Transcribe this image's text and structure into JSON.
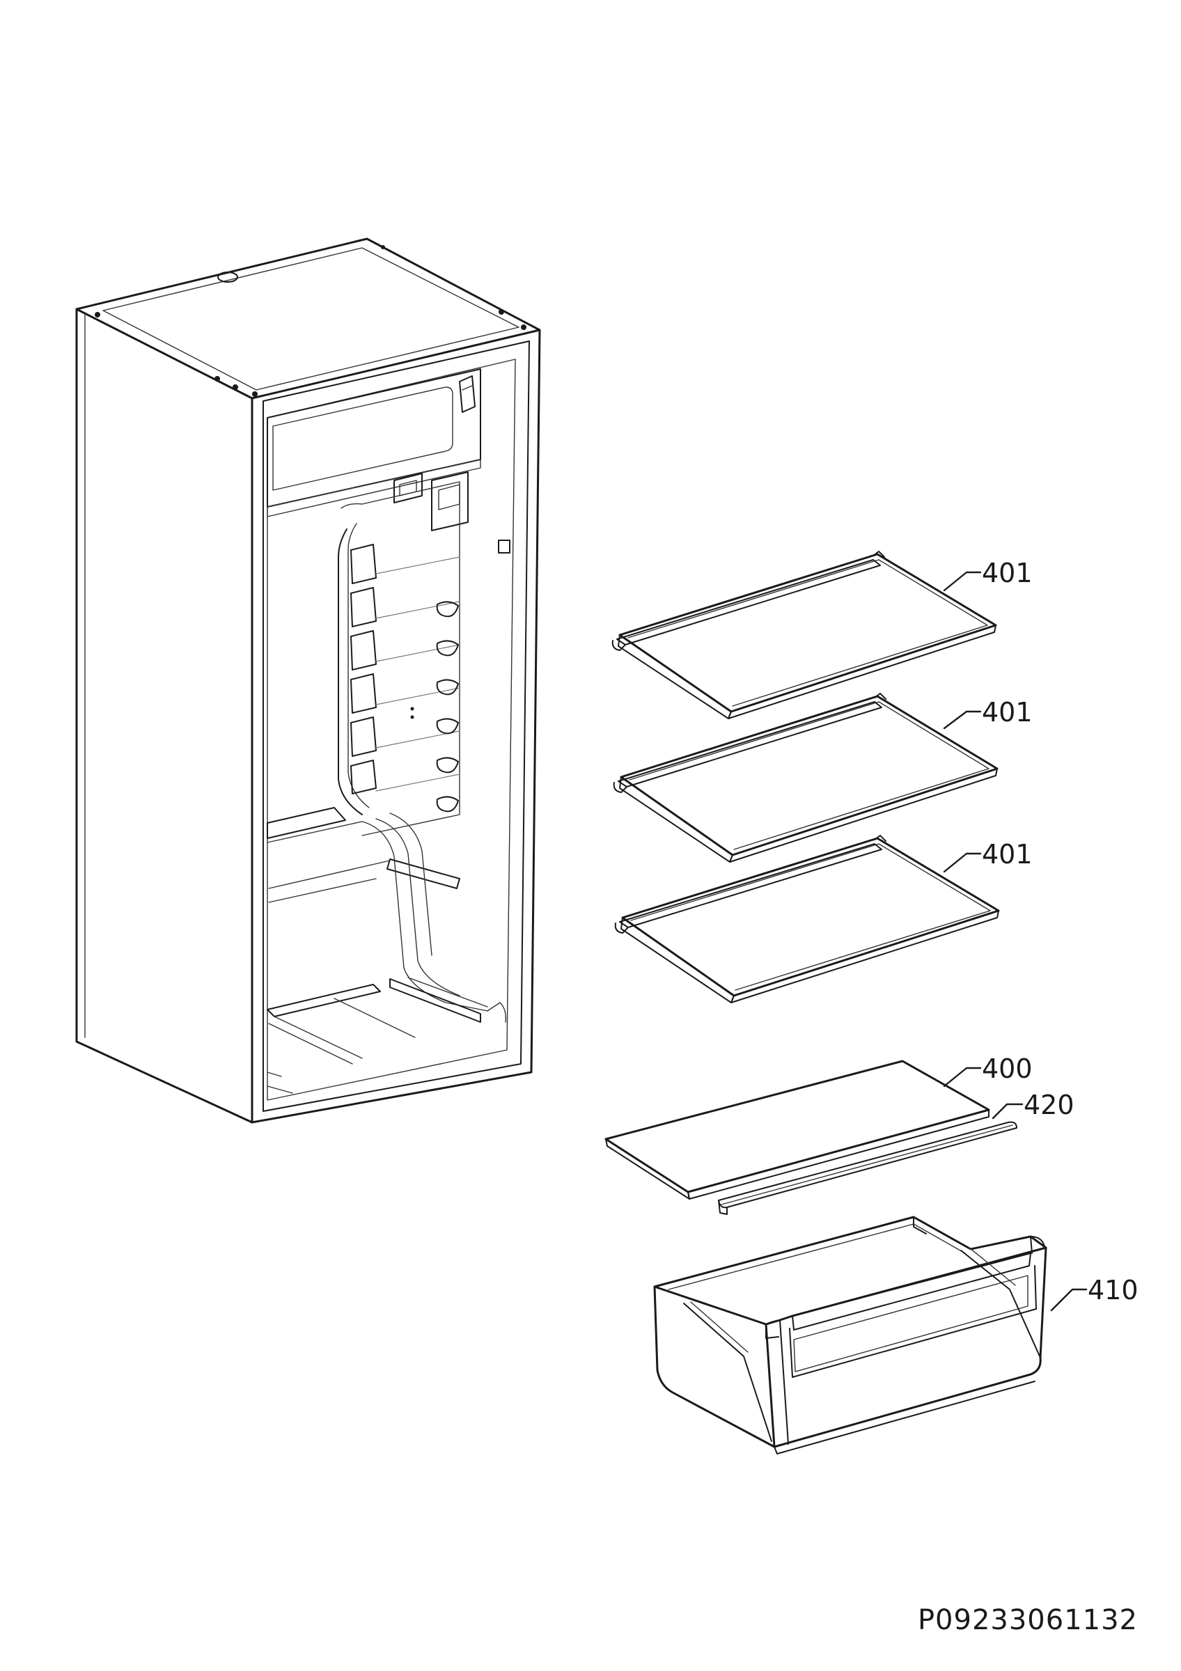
{
  "diagram": {
    "callouts": [
      {
        "id": "shelf-top",
        "label": "401"
      },
      {
        "id": "shelf-middle",
        "label": "401"
      },
      {
        "id": "shelf-bottom",
        "label": "401"
      },
      {
        "id": "crisper-cover",
        "label": "400"
      },
      {
        "id": "cover-trim",
        "label": "420"
      },
      {
        "id": "crisper-drawer",
        "label": "410"
      }
    ],
    "document_id": "P09233061132"
  }
}
